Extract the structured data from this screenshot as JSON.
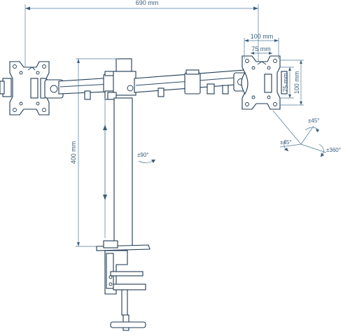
{
  "dimensions": {
    "total_width": "690 mm",
    "vesa_outer_width": "100 mm",
    "vesa_inner_width": "75 mm",
    "vesa_inner_height": "75 mm",
    "vesa_outer_height": "100 mm",
    "pole_height": "400 mm"
  },
  "rotations": {
    "arm_swivel": "±90°",
    "tilt_up": "±45°",
    "tilt_side": "±45°",
    "rotate": "±360°"
  },
  "colors": {
    "line": "#1f3a52",
    "dimension": "#3a5d78"
  }
}
